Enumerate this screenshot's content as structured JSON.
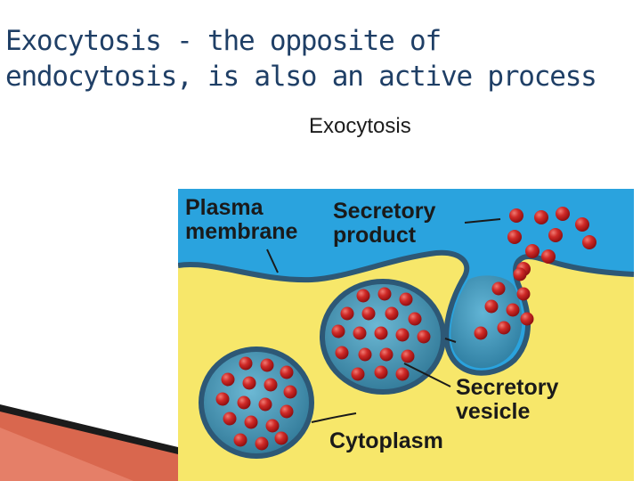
{
  "slide": {
    "title_line1": "Exocytosis - the opposite of",
    "title_line2": "endocytosis, is also an active process"
  },
  "figure": {
    "title": "Exocytosis",
    "labels": {
      "plasma_membrane_line1": "Plasma",
      "plasma_membrane_line2": "membrane",
      "secretory_product_line1": "Secretory",
      "secretory_product_line2": "product",
      "secretory_vesicle_line1": "Secretory",
      "secretory_vesicle_line2": "vesicle",
      "cytoplasm": "Cytoplasm"
    },
    "colors": {
      "extracellular": "#2aa3de",
      "cytoplasm": "#f7e76a",
      "membrane": "#2d5876",
      "vesicle_fill": "#3d8fb0",
      "product": "#c0191c"
    }
  }
}
